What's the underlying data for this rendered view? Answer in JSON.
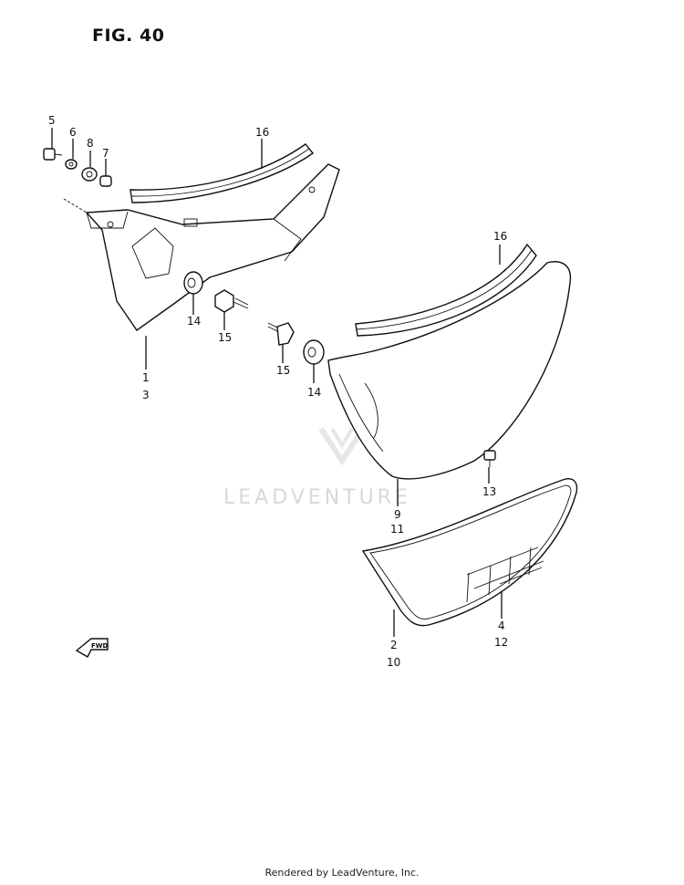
{
  "figure": {
    "title": "FIG. 40"
  },
  "watermark": "LEADVENTURE",
  "fwd_arrow": {
    "label": "FWD"
  },
  "callouts": [
    {
      "id": "c5",
      "text": "5"
    },
    {
      "id": "c6",
      "text": "6"
    },
    {
      "id": "c8",
      "text": "8"
    },
    {
      "id": "c7",
      "text": "7"
    },
    {
      "id": "c16a",
      "text": "16"
    },
    {
      "id": "c16b",
      "text": "16"
    },
    {
      "id": "c14a",
      "text": "14"
    },
    {
      "id": "c15a",
      "text": "15"
    },
    {
      "id": "c1",
      "text": "1"
    },
    {
      "id": "c3",
      "text": "3"
    },
    {
      "id": "c15b",
      "text": "15"
    },
    {
      "id": "c14b",
      "text": "14"
    },
    {
      "id": "c13",
      "text": "13"
    },
    {
      "id": "c9",
      "text": "9"
    },
    {
      "id": "c11",
      "text": "11"
    },
    {
      "id": "c2",
      "text": "2"
    },
    {
      "id": "c10",
      "text": "10"
    },
    {
      "id": "c4",
      "text": "4"
    },
    {
      "id": "c12",
      "text": "12"
    }
  ],
  "footer": {
    "text": "Rendered by LeadVenture, Inc."
  }
}
